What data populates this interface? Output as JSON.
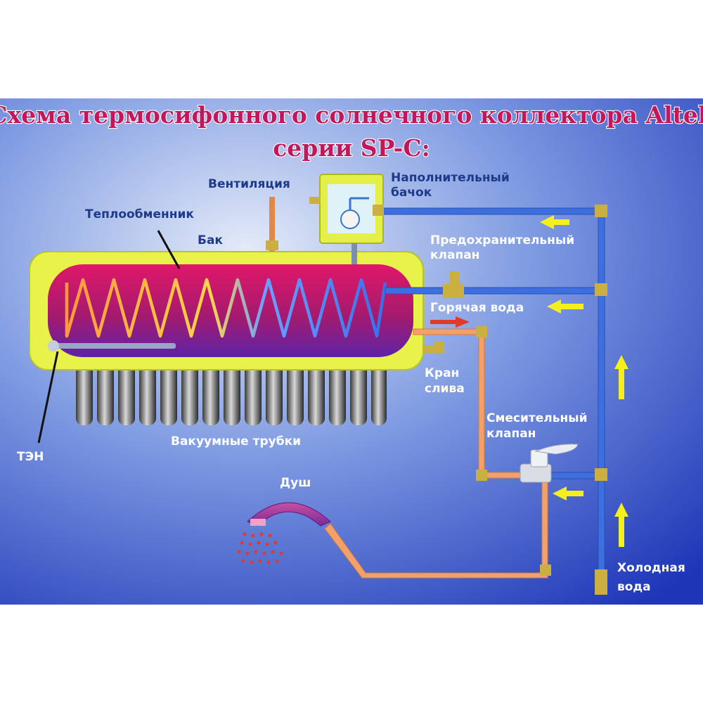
{
  "title": {
    "line1": "Схема термосифонного солнечного коллектора Altek",
    "line2": "серии SP-C:"
  },
  "labels": {
    "ventilation": "Вентиляция",
    "heat_exchanger": "Теплообменник",
    "tank": "Бак",
    "filling_tank_1": "Наполнительный",
    "filling_tank_2": "бачок",
    "safety_valve_1": "Предохранительный",
    "safety_valve_2": "клапан",
    "hot_water": "Горячая вода",
    "drain_tap_1": "Кран",
    "drain_tap_2": "слива",
    "mixing_valve_1": "Смесительный",
    "mixing_valve_2": "клапан",
    "vacuum_tubes": "Вакуумные трубки",
    "heater": "ТЭН",
    "shower": "Душ",
    "cold_water_1": "Холодная",
    "cold_water_2": "вода"
  },
  "colors": {
    "background_top": "#d8e2f6",
    "background_bottom": "#1f3cc4",
    "tank_outer": "#e8f24a",
    "tank_inner": "#c2185b",
    "hot_pipe": "#f3a06a",
    "cold_pipe": "#3d6fe0",
    "arrow": "#f5ef1e",
    "hot_arrow": "#e23a2a",
    "title": "#c2185b"
  },
  "icons": [
    "drain-tap-icon",
    "safety-valve-icon",
    "mixing-valve-icon",
    "shower-head-icon",
    "float-valve-icon"
  ]
}
